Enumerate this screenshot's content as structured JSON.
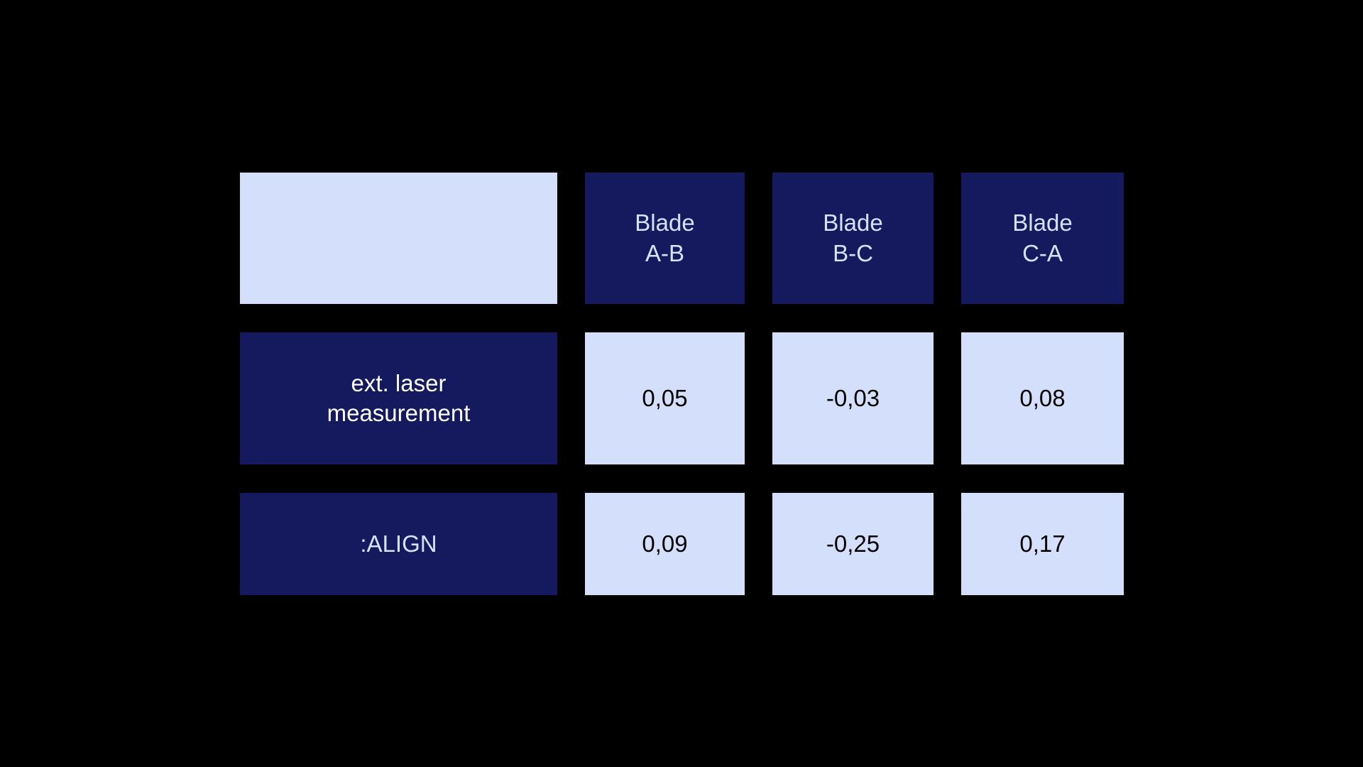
{
  "page": {
    "background_color": "#000000",
    "cell_dark_color": "#151A5E",
    "cell_light_color": "#D4E0FB",
    "value_text_color": "#000000",
    "header_text_color": "#D6E1FC",
    "row_label_text_color": "#FFFFFF"
  },
  "table": {
    "corner_cell": {
      "label": ""
    },
    "column_headers": [
      {
        "label": "Blade\nA-B"
      },
      {
        "label": "Blade\nB-C"
      },
      {
        "label": "Blade\nC-A"
      }
    ],
    "rows": [
      {
        "label": "ext. laser\nmeasurement",
        "values": [
          "0,05",
          "-0,03",
          "0,08"
        ]
      },
      {
        "label": ":ALIGN",
        "values": [
          "0,09",
          "-0,25",
          "0,17"
        ]
      }
    ]
  },
  "chart_data": {
    "type": "table",
    "title": "",
    "categories": [
      "Blade A-B",
      "Blade B-C",
      "Blade C-A"
    ],
    "series": [
      {
        "name": "ext. laser measurement",
        "values": [
          0.05,
          -0.03,
          0.08
        ]
      },
      {
        "name": ":ALIGN",
        "values": [
          0.09,
          -0.25,
          0.17
        ]
      }
    ],
    "xlabel": "",
    "ylabel": "",
    "decimal_separator": ","
  }
}
